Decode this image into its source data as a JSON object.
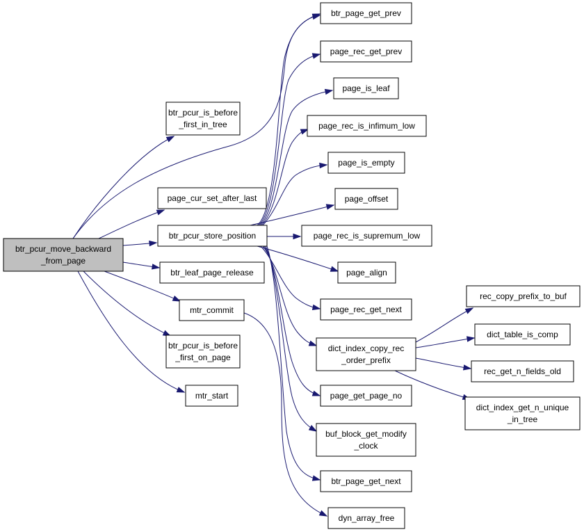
{
  "graph": {
    "nodes": [
      {
        "id": "root",
        "lines": [
          "btr_pcur_move_backward",
          "_from_page"
        ]
      },
      {
        "id": "before_first_in_tree",
        "lines": [
          "btr_pcur_is_before",
          "_first_in_tree"
        ]
      },
      {
        "id": "page_cur_set_after_last",
        "lines": [
          "page_cur_set_after_last"
        ]
      },
      {
        "id": "btr_pcur_store_position",
        "lines": [
          "btr_pcur_store_position"
        ]
      },
      {
        "id": "btr_leaf_page_release",
        "lines": [
          "btr_leaf_page_release"
        ]
      },
      {
        "id": "mtr_commit",
        "lines": [
          "mtr_commit"
        ]
      },
      {
        "id": "before_first_on_page",
        "lines": [
          "btr_pcur_is_before",
          "_first_on_page"
        ]
      },
      {
        "id": "mtr_start",
        "lines": [
          "mtr_start"
        ]
      },
      {
        "id": "btr_page_get_prev",
        "lines": [
          "btr_page_get_prev"
        ]
      },
      {
        "id": "page_rec_get_prev",
        "lines": [
          "page_rec_get_prev"
        ]
      },
      {
        "id": "page_is_leaf",
        "lines": [
          "page_is_leaf"
        ]
      },
      {
        "id": "page_rec_is_infimum_low",
        "lines": [
          "page_rec_is_infimum_low"
        ]
      },
      {
        "id": "page_is_empty",
        "lines": [
          "page_is_empty"
        ]
      },
      {
        "id": "page_offset",
        "lines": [
          "page_offset"
        ]
      },
      {
        "id": "page_rec_is_supremum_low",
        "lines": [
          "page_rec_is_supremum_low"
        ]
      },
      {
        "id": "page_align",
        "lines": [
          "page_align"
        ]
      },
      {
        "id": "page_rec_get_next",
        "lines": [
          "page_rec_get_next"
        ]
      },
      {
        "id": "dict_index_copy_rec_order_prefix",
        "lines": [
          "dict_index_copy_rec",
          "_order_prefix"
        ]
      },
      {
        "id": "page_get_page_no",
        "lines": [
          "page_get_page_no"
        ]
      },
      {
        "id": "buf_block_get_modify_clock",
        "lines": [
          "buf_block_get_modify",
          "_clock"
        ]
      },
      {
        "id": "btr_page_get_next",
        "lines": [
          "btr_page_get_next"
        ]
      },
      {
        "id": "dyn_array_free",
        "lines": [
          "dyn_array_free"
        ]
      },
      {
        "id": "rec_copy_prefix_to_buf",
        "lines": [
          "rec_copy_prefix_to_buf"
        ]
      },
      {
        "id": "dict_table_is_comp",
        "lines": [
          "dict_table_is_comp"
        ]
      },
      {
        "id": "rec_get_n_fields_old",
        "lines": [
          "rec_get_n_fields_old"
        ]
      },
      {
        "id": "dict_index_get_n_unique_in_tree",
        "lines": [
          "dict_index_get_n_unique",
          "_in_tree"
        ]
      }
    ],
    "edges": [
      [
        "root",
        "before_first_in_tree"
      ],
      [
        "root",
        "page_cur_set_after_last"
      ],
      [
        "root",
        "btr_pcur_store_position"
      ],
      [
        "root",
        "btr_leaf_page_release"
      ],
      [
        "root",
        "mtr_commit"
      ],
      [
        "root",
        "before_first_on_page"
      ],
      [
        "root",
        "mtr_start"
      ],
      [
        "root",
        "btr_page_get_prev"
      ],
      [
        "btr_pcur_store_position",
        "btr_page_get_prev"
      ],
      [
        "btr_pcur_store_position",
        "page_rec_get_prev"
      ],
      [
        "btr_pcur_store_position",
        "page_is_leaf"
      ],
      [
        "btr_pcur_store_position",
        "page_rec_is_infimum_low"
      ],
      [
        "btr_pcur_store_position",
        "page_is_empty"
      ],
      [
        "btr_pcur_store_position",
        "page_offset"
      ],
      [
        "btr_pcur_store_position",
        "page_rec_is_supremum_low"
      ],
      [
        "btr_pcur_store_position",
        "page_align"
      ],
      [
        "btr_pcur_store_position",
        "page_rec_get_next"
      ],
      [
        "btr_pcur_store_position",
        "dict_index_copy_rec_order_prefix"
      ],
      [
        "btr_pcur_store_position",
        "page_get_page_no"
      ],
      [
        "btr_pcur_store_position",
        "buf_block_get_modify_clock"
      ],
      [
        "btr_pcur_store_position",
        "btr_page_get_next"
      ],
      [
        "mtr_commit",
        "dyn_array_free"
      ],
      [
        "dict_index_copy_rec_order_prefix",
        "rec_copy_prefix_to_buf"
      ],
      [
        "dict_index_copy_rec_order_prefix",
        "dict_table_is_comp"
      ],
      [
        "dict_index_copy_rec_order_prefix",
        "rec_get_n_fields_old"
      ],
      [
        "dict_index_copy_rec_order_prefix",
        "dict_index_get_n_unique_in_tree"
      ]
    ]
  }
}
